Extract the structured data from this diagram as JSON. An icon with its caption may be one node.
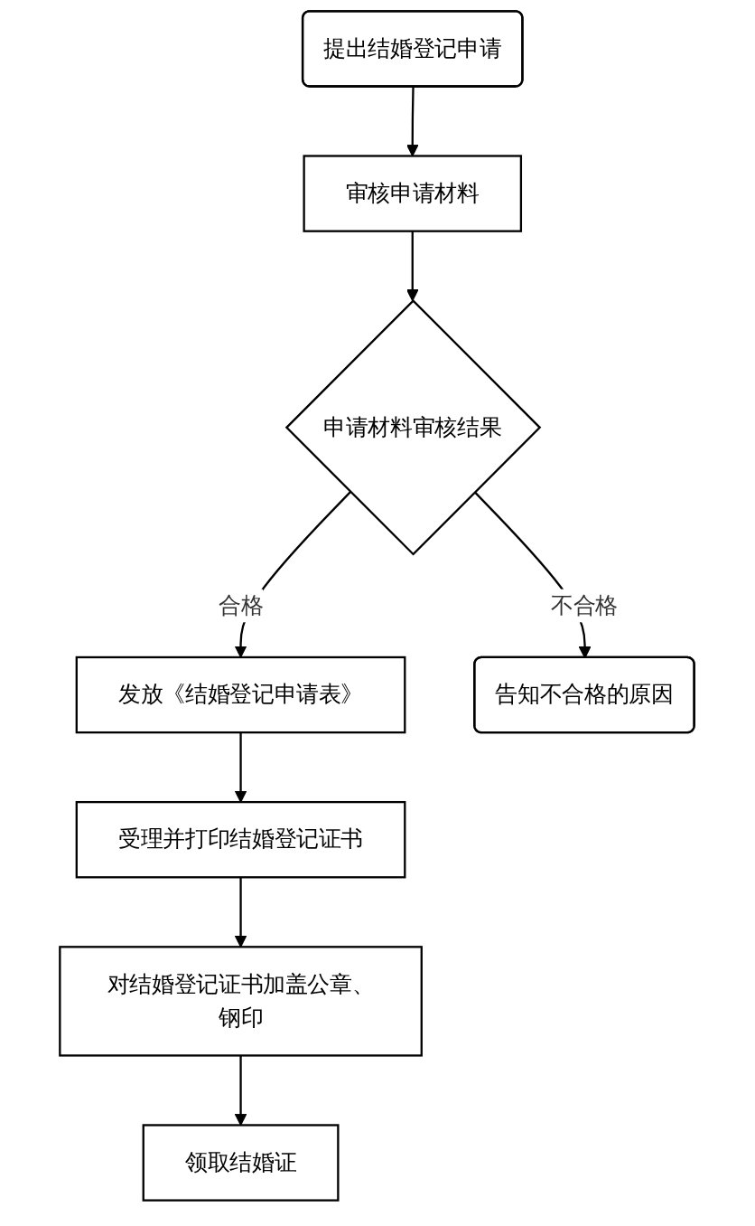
{
  "diagram": {
    "nodes": [
      {
        "text": [
          "提出结婚登记申请"
        ]
      },
      {
        "text": [
          "审核申请材料"
        ]
      },
      {
        "text": [
          "申请材料审核结果"
        ]
      },
      {
        "text": [
          "发放《结婚登记申请表》"
        ]
      },
      {
        "text": [
          "告知不合格的原因"
        ]
      },
      {
        "text": [
          "受理并打印结婚登记证书"
        ]
      },
      {
        "text": [
          "对结婚登记证书加盖公章、钢印"
        ]
      },
      {
        "text": [
          "领取结婚证"
        ]
      }
    ],
    "edges": [
      {
        "from": 0,
        "to": 1,
        "arrow": "to"
      },
      {
        "from": 1,
        "to": 2,
        "arrow": "to"
      },
      {
        "from": 2,
        "to": 3,
        "arrow": "to",
        "label": "合格"
      },
      {
        "from": 2,
        "to": 4,
        "arrow": "to",
        "label": "不合格"
      },
      {
        "from": 3,
        "to": 5,
        "arrow": "to"
      },
      {
        "from": 5,
        "to": 6,
        "arrow": "to"
      },
      {
        "from": 6,
        "to": 7,
        "arrow": "to"
      }
    ]
  }
}
